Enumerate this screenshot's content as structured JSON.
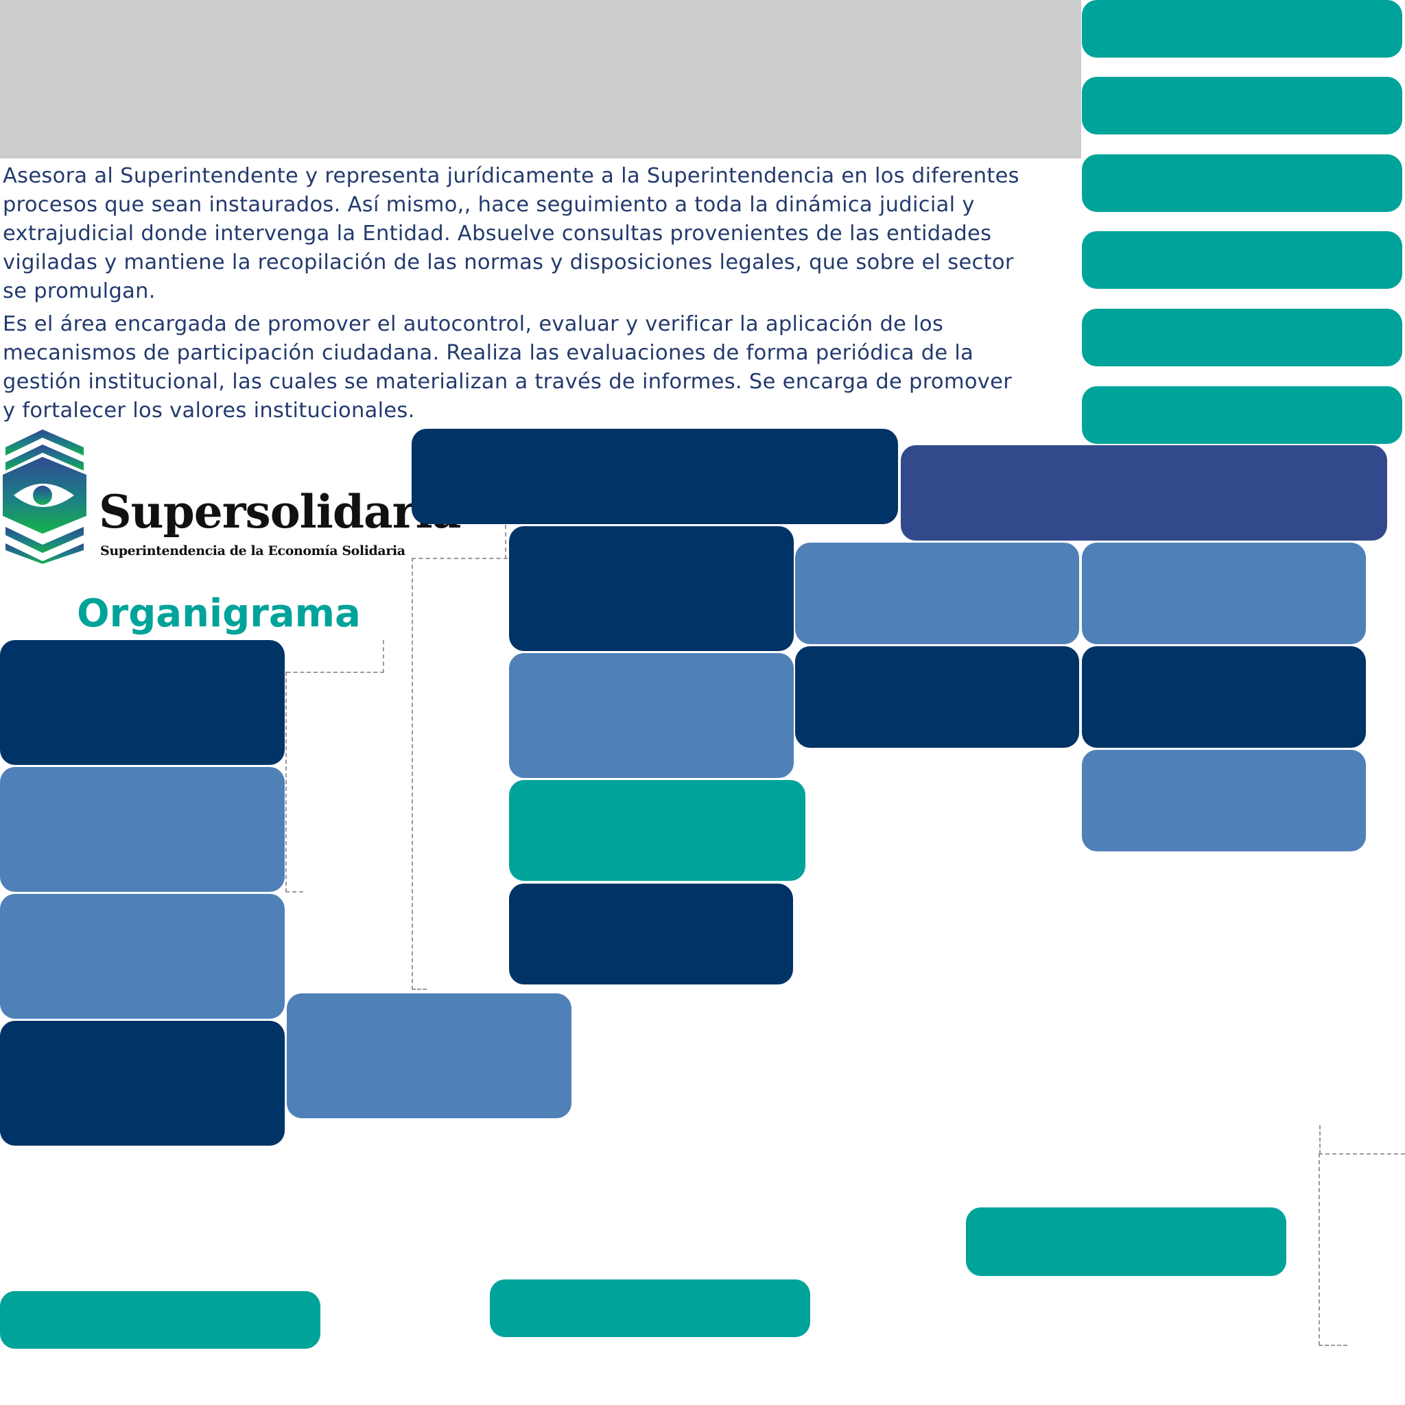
{
  "colors": {
    "navy": "#003366",
    "steel": "#5080b8",
    "teal": "#00a39a",
    "indigo": "#324a8c",
    "gray": "#cccccc",
    "text": "#233a6e"
  },
  "paragraphs": [
    "Asesora al Superintendente y representa jurídicamente a la Superintendencia en los diferentes procesos que sean instaurados. Así mismo,, hace seguimiento a toda la dinámica judicial y extrajudicial donde intervenga la Entidad. Absuelve consultas provenientes de las entidades vigiladas y mantiene la recopilación de las normas y disposiciones legales, que sobre el sector se promulgan.",
    "Es el área encargada de promover el autocontrol, evaluar y verificar la aplicación de los mecanismos de participación ciudadana. Realiza las evaluaciones de forma periódica de la gestión institucional, las cuales se materializan a través de informes. Se encarga de promover y fortalecer los valores institucionales."
  ],
  "logo": {
    "name": "Supersolidaria",
    "subtitle": "Superintendencia de la Economía Solidaria"
  },
  "diagram": {
    "title": "Organigrama"
  }
}
